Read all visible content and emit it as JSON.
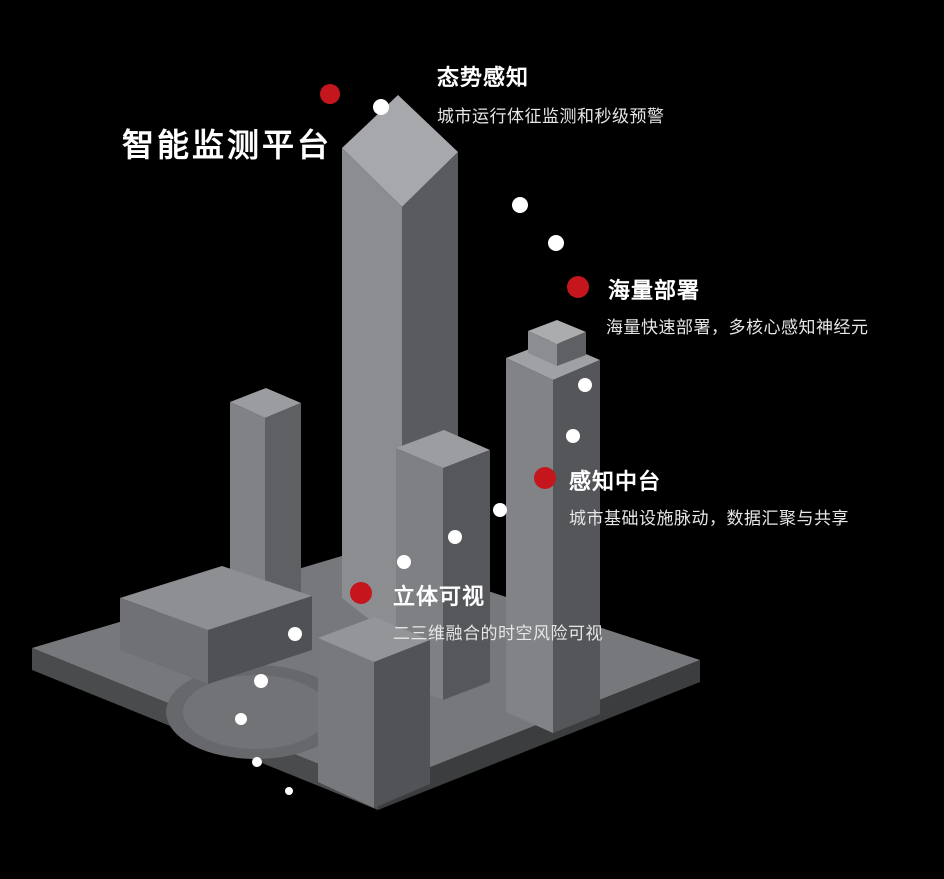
{
  "colors": {
    "background": "#000000",
    "accent_red": "#c4161c",
    "title_white": "#ffffff",
    "desc_gray": "#e6e6e6",
    "dot_white": "#ffffff",
    "building_gray": "#8b8d90"
  },
  "platform": {
    "title": "智能监测平台"
  },
  "features": [
    {
      "title": "态势感知",
      "desc": "城市运行体征监测和秒级预警"
    },
    {
      "title": "海量部署",
      "desc": "海量快速部署，多核心感知神经元"
    },
    {
      "title": "感知中台",
      "desc": "城市基础设施脉动，数据汇聚与共享"
    },
    {
      "title": "立体可视",
      "desc": "二三维融合的时空风险可视"
    }
  ]
}
